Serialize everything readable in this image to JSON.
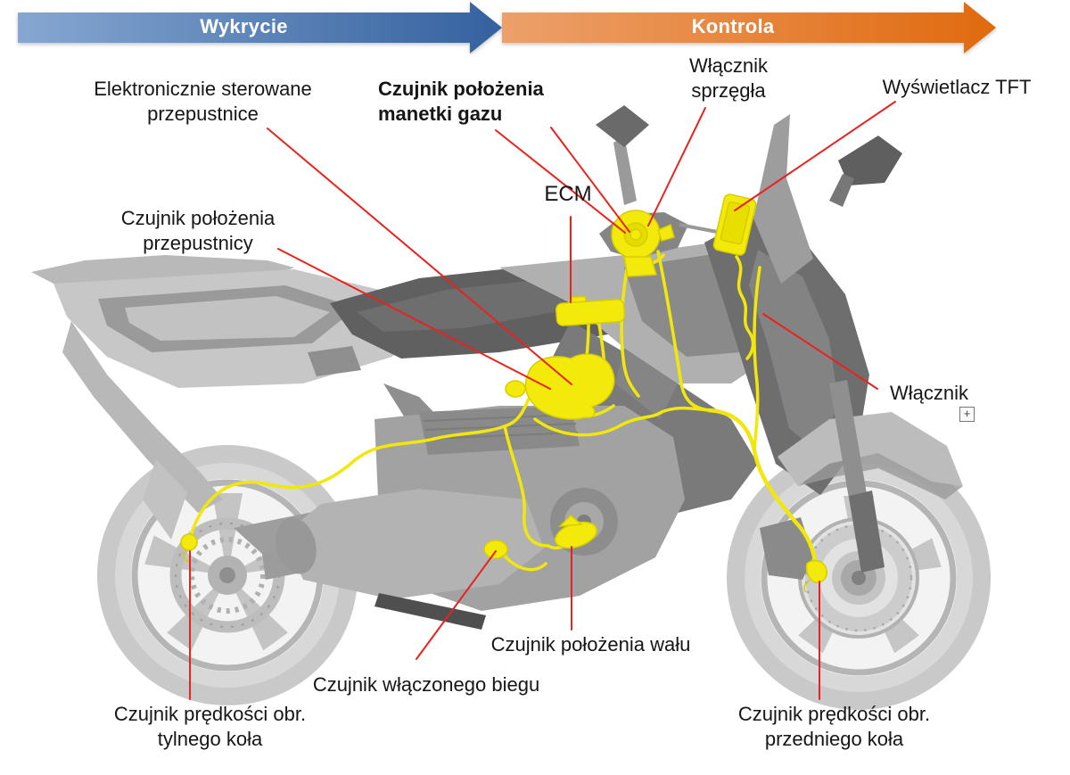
{
  "header": {
    "detection_label": "Wykrycie",
    "control_label": "Kontrola"
  },
  "labels": {
    "electronic_throttles": {
      "line1": "Elektronicznie sterowane",
      "line2": "przepustnice"
    },
    "throttle_grip_sensor": {
      "line1": "Czujnik położenia",
      "line2": "manetki gazu"
    },
    "clutch_switch": {
      "line1": "Włącznik",
      "line2": "sprzęgła"
    },
    "tft_display": {
      "text": "Wyświetlacz TFT"
    },
    "ecm": {
      "text": "ECM"
    },
    "throttle_position_sensor": {
      "line1": "Czujnik położenia",
      "line2": "przepustnicy"
    },
    "switch": {
      "text": "Włącznik"
    },
    "crankshaft_position_sensor": {
      "text": "Czujnik położenia wału"
    },
    "gear_position_sensor": {
      "text": "Czujnik włączonego biegu"
    },
    "rear_wheel_speed_sensor": {
      "line1": "Czujnik prędkości obr.",
      "line2": "tylnego koła"
    },
    "front_wheel_speed_sensor": {
      "line1": "Czujnik prędkości obr.",
      "line2": "przedniego koła"
    }
  },
  "icons": {
    "expand_plus": "+"
  },
  "colors": {
    "arrow_blue_light": "#86a7d1",
    "arrow_blue_dark": "#34619f",
    "arrow_orange_light": "#eda06b",
    "arrow_orange_dark": "#e06a0e",
    "leader_red": "#e8231f",
    "harness_yellow": "#f1e70d",
    "highlight_yellow": "#f3ea0b",
    "bike_gray": "#c9c9c9",
    "text_black": "#161616"
  }
}
